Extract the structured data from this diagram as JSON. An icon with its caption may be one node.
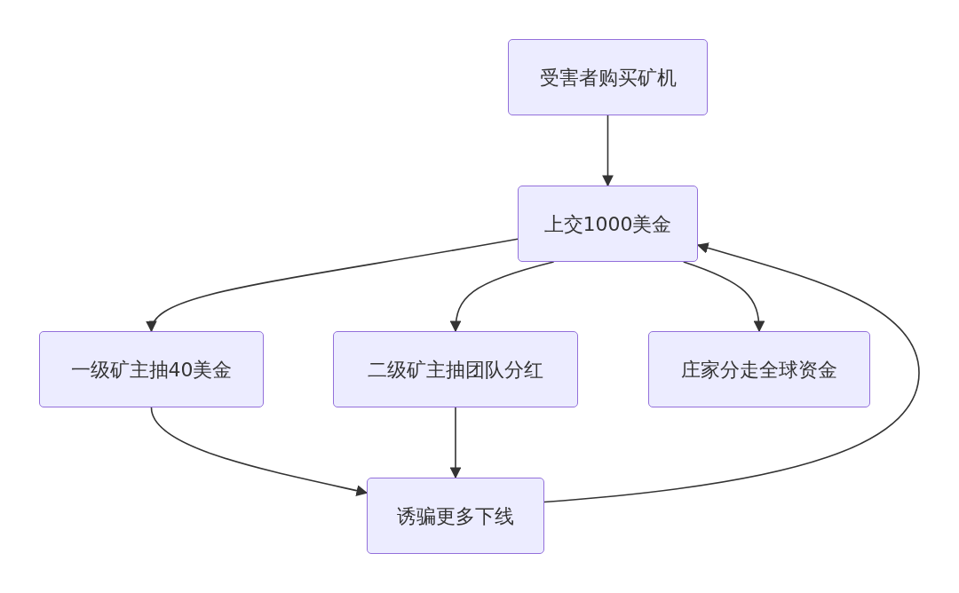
{
  "diagram": {
    "nodes": [
      {
        "text": [
          "受害者购买矿机"
        ]
      },
      {
        "text": [
          "上交1000美金"
        ]
      },
      {
        "text": [
          "一级矿主抽40美金"
        ]
      },
      {
        "text": [
          "二级矿主抽团队分红"
        ]
      },
      {
        "text": [
          "庄家分走全球资金"
        ]
      },
      {
        "text": [
          "诱骗更多下线"
        ]
      }
    ],
    "edges": [
      {
        "from": 0,
        "to": 1,
        "arrow": "to"
      },
      {
        "from": 1,
        "to": 2,
        "arrow": "to"
      },
      {
        "from": 1,
        "to": 3,
        "arrow": "to"
      },
      {
        "from": 1,
        "to": 4,
        "arrow": "to"
      },
      {
        "from": 2,
        "to": 5,
        "arrow": "to"
      },
      {
        "from": 3,
        "to": 5,
        "arrow": "to"
      },
      {
        "from": 5,
        "to": 1,
        "arrow": "to"
      }
    ]
  }
}
